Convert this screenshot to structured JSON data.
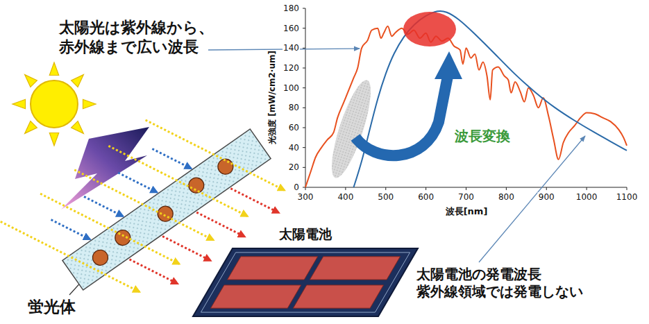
{
  "diagram": {
    "labels": [
      "太陽光は紫外線から、赤外線まで広い波長",
      "光強度 [mW/cm2·um]",
      "180",
      "160",
      "140",
      "120",
      "100",
      "80",
      "60",
      "40",
      "20",
      "0",
      "300",
      "400",
      "500",
      "600",
      "700",
      "800",
      "900",
      "1000",
      "1100",
      "波長[nm]",
      "波長変換",
      "太陽電池",
      "太陽電池の発電波長 紫外線領域では発電しない",
      "蛍光体"
    ]
  }
}
